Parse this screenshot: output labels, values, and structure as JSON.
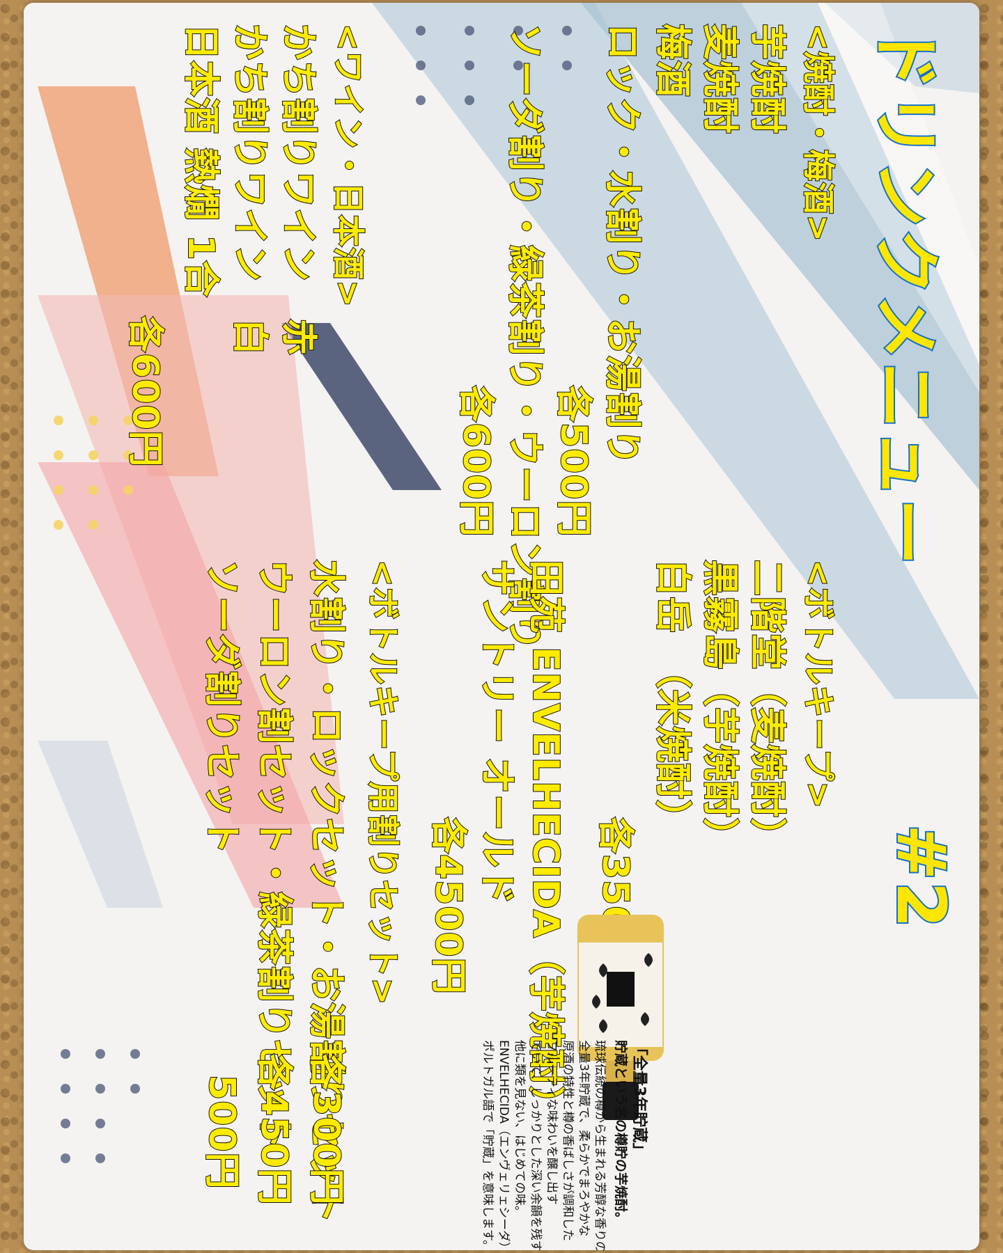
{
  "title": "ドリンクメニュー",
  "page_label": "#2",
  "left": {
    "shochu_header": "<焼酎・梅酒>",
    "shochu_items": [
      "芋焼酎",
      "麦焼酎",
      "梅酒"
    ],
    "style_line": "ロック・水割り・お湯割り",
    "style_price": "各500円",
    "soda_line": "ソーダ割り・緑茶割り・ウーロン割り",
    "soda_price": "各600円",
    "wine_header": "<ワイン・日本酒>",
    "wine_items": [
      "かち割りワイン　赤",
      "かち割りワイン　白",
      "日本酒 熱燗 1合"
    ],
    "wine_price": "各600円"
  },
  "right": {
    "keep_header": "<ボトルキープ>",
    "keep_items": [
      "二階堂（麦焼酎）",
      "黒霧島（芋焼酎）",
      "白岳　（米焼酎）"
    ],
    "keep_price": "各3500円",
    "keep_items2": [
      "田苑 ENVELHECIDA（芋焼酎）",
      "サントリー オールド"
    ],
    "keep_price2": "各4500円",
    "mix_header": "<ボトルキープ用割りセット>",
    "mix_items": [
      {
        "label": "水割り・ロックセット・お湯割りセット",
        "price": "各300円"
      },
      {
        "label": "ウーロン割セット・緑茶割りセット",
        "price": "各450円"
      },
      {
        "label": "ソーダ割りセット",
        "price": "500円"
      }
    ]
  },
  "ad": {
    "headline": "「全量3年貯蔵」",
    "subhead": "貯蔵という名の樽貯の芋焼酎。",
    "body": [
      "琉球伝統の樽から生まれる芳醇な香りの華やかさ",
      "全量3年貯蔵で、柔らかでまろやかな",
      "原酒の特性と樽の香ばしさが調和した",
      "フルーティな味わいを醸し出す",
      "でいて、しっかりとした深い余韻を残す",
      "他に類を見ない、はじめての味。",
      "ENVELHECIDA（エンヴェリェシーダ）",
      "ポルトガル語で「貯蔵」を意味します。"
    ]
  },
  "colors": {
    "title_fill": "#ffe600",
    "title_outline": "#1570c8",
    "text_fill": "#ffeb00",
    "text_outline": "#111111"
  }
}
